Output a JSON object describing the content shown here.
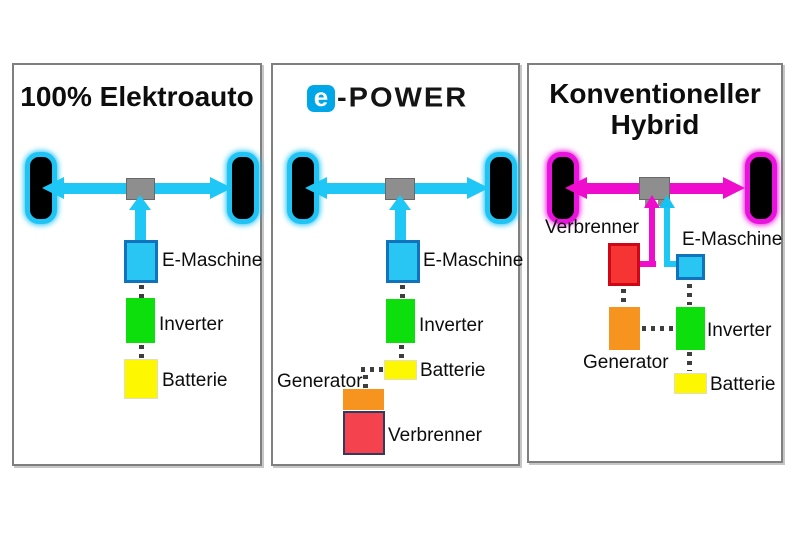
{
  "colors": {
    "cyan": "#1ec7f5",
    "magenta": "#ef0ccd",
    "green": "#0ddf0d",
    "yellow": "#fdf701",
    "orange": "#f79420",
    "red_epower": "#f4434f",
    "red_hybrid": "#f73434",
    "gearbox_gray": "#8e8e8e",
    "axle_gray": "#5b5b5b",
    "logo_blue": "#00a7e8"
  },
  "panel1": {
    "title": "100% Elektroauto",
    "e_maschine": "E-Maschine",
    "inverter": "Inverter",
    "batterie": "Batterie"
  },
  "panel2": {
    "logo_e": "e",
    "logo_power": "-POWER",
    "e_maschine": "E-Maschine",
    "inverter": "Inverter",
    "batterie": "Batterie",
    "generator": "Generator",
    "verbrenner": "Verbrenner"
  },
  "panel3": {
    "title_line1": "Konventioneller",
    "title_line2": "Hybrid",
    "verbrenner": "Verbrenner",
    "e_maschine": "E-Maschine",
    "generator": "Generator",
    "inverter": "Inverter",
    "batterie": "Batterie"
  }
}
